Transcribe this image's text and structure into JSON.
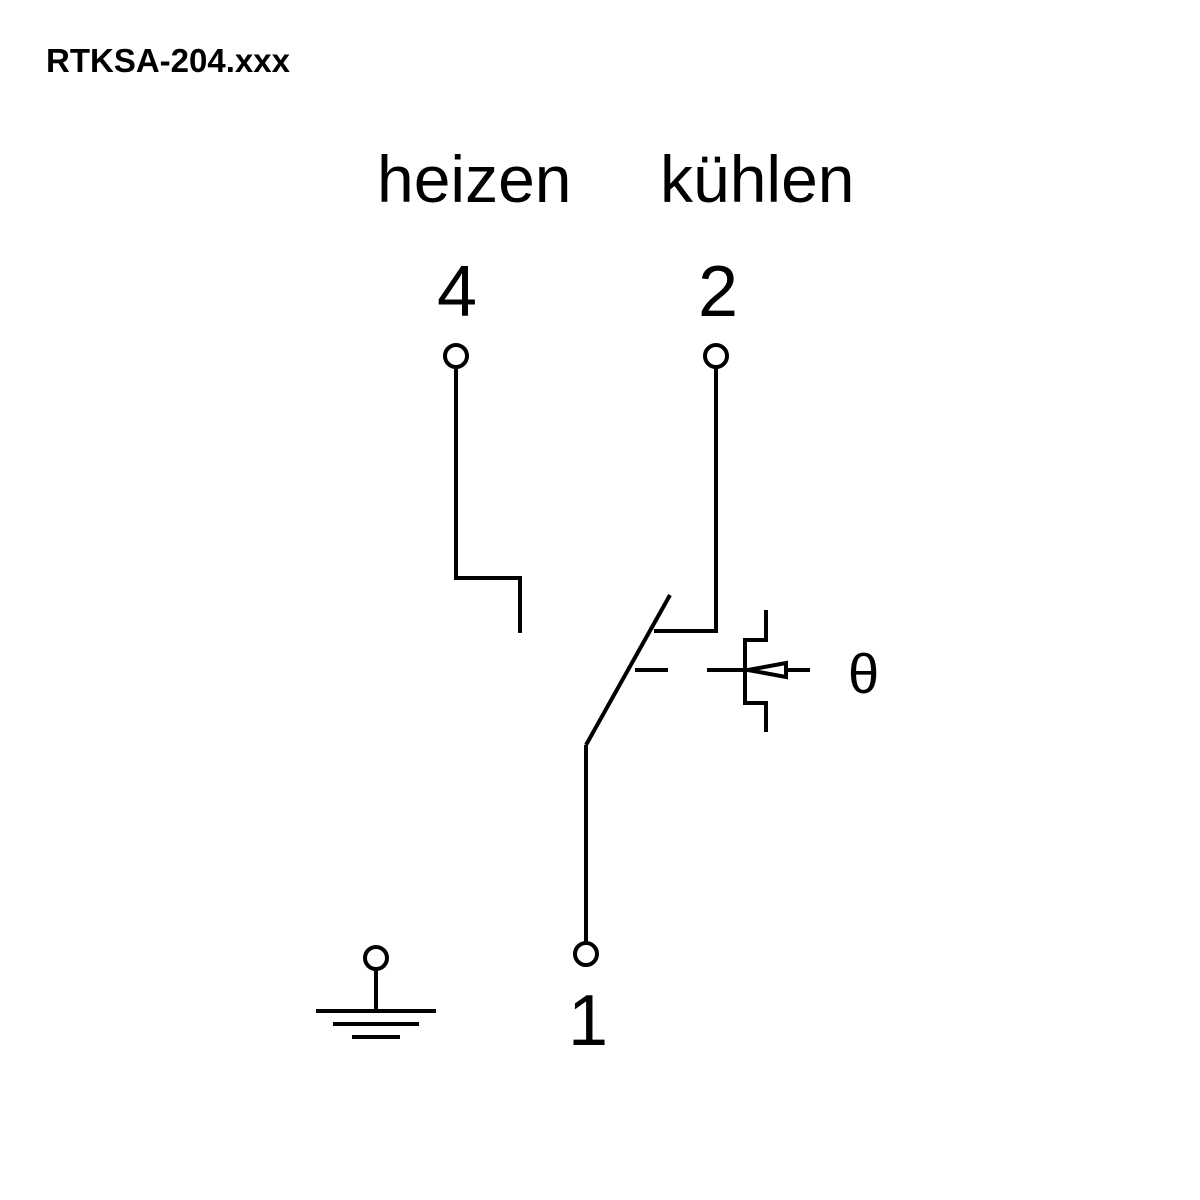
{
  "title": "RTKSA-204.xxx",
  "modes": {
    "heating": "heizen",
    "cooling": "kühlen"
  },
  "terminals": {
    "t4": "4",
    "t2": "2",
    "t1": "1"
  },
  "temperature_symbol": "θ"
}
